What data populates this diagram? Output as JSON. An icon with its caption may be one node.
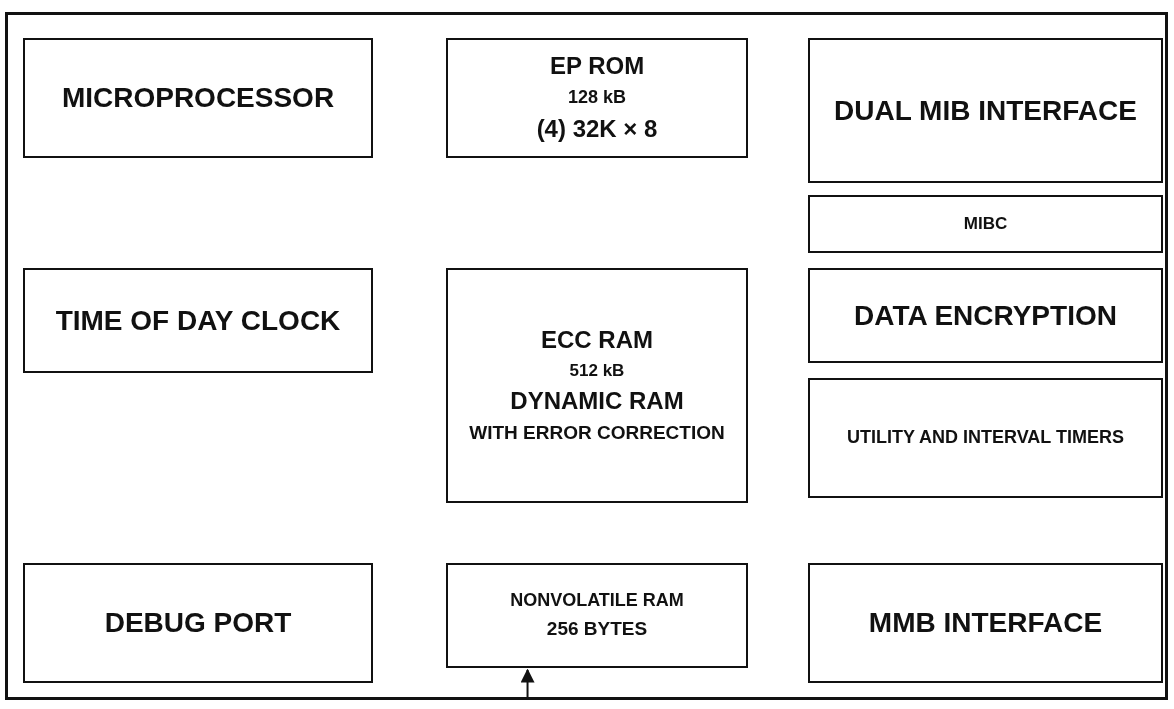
{
  "diagram": {
    "nodes": [
      {
        "text": [],
        "shape": "box"
      },
      {
        "text": [
          "MICROPROCESSOR"
        ],
        "in": 0
      },
      {
        "text": [
          "EP ROM",
          "128 kB",
          "(4) 32K × 8"
        ],
        "in": 0
      },
      {
        "text": [
          "DUAL MIB INTERFACE"
        ],
        "in": 0
      },
      {
        "text": [
          "MIBC"
        ],
        "in": 0
      },
      {
        "text": [
          "TIME OF DAY CLOCK"
        ],
        "in": 0
      },
      {
        "text": [
          "ECC RAM",
          "512 kB",
          "DYNAMIC RAM",
          "WITH ERROR CORRECTION"
        ],
        "in": 0
      },
      {
        "text": [
          "DATA ENCRYPTION"
        ],
        "in": 0
      },
      {
        "text": [
          "UTILITY AND INTERVAL TIMERS"
        ],
        "in": 0
      },
      {
        "text": [
          "DEBUG PORT"
        ],
        "in": 0
      },
      {
        "text": [
          "NONVOLATILE RAM",
          "256 BYTES"
        ],
        "in": 0
      },
      {
        "text": [
          "MMB INTERFACE"
        ],
        "in": 0
      }
    ],
    "edges": [
      {
        "from": null,
        "to": 10,
        "arrow": "to"
      }
    ]
  }
}
